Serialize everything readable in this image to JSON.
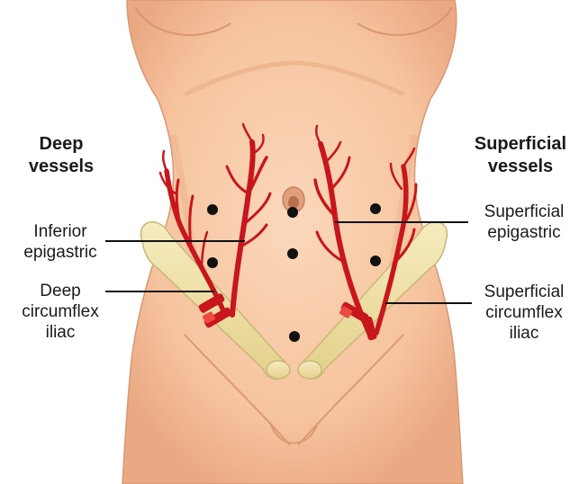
{
  "headings": {
    "left": {
      "line1": "Deep",
      "line2": "vessels"
    },
    "right": {
      "line1": "Superficial",
      "line2": "vessels"
    }
  },
  "labels": {
    "inferior_epigastric": {
      "line1": "Inferior",
      "line2": "epigastric"
    },
    "deep_circumflex_iliac": {
      "line1": "Deep",
      "line2": "circumflex",
      "line3": "iliac"
    },
    "superficial_epigastric": {
      "line1": "Superficial",
      "line2": "epigastric"
    },
    "superficial_circumflex_iliac": {
      "line1": "Superficial",
      "line2": "circumflex",
      "line3": "iliac"
    }
  },
  "colors": {
    "skin": "#f7c7a3",
    "skin_shadow": "#e6a47c",
    "artery": "#c8161d",
    "artery_highlight": "#ee4a42",
    "bone": "#efe2a6",
    "bone_outline": "#c9b775",
    "marker": "#111111",
    "leader_line": "#111111"
  }
}
